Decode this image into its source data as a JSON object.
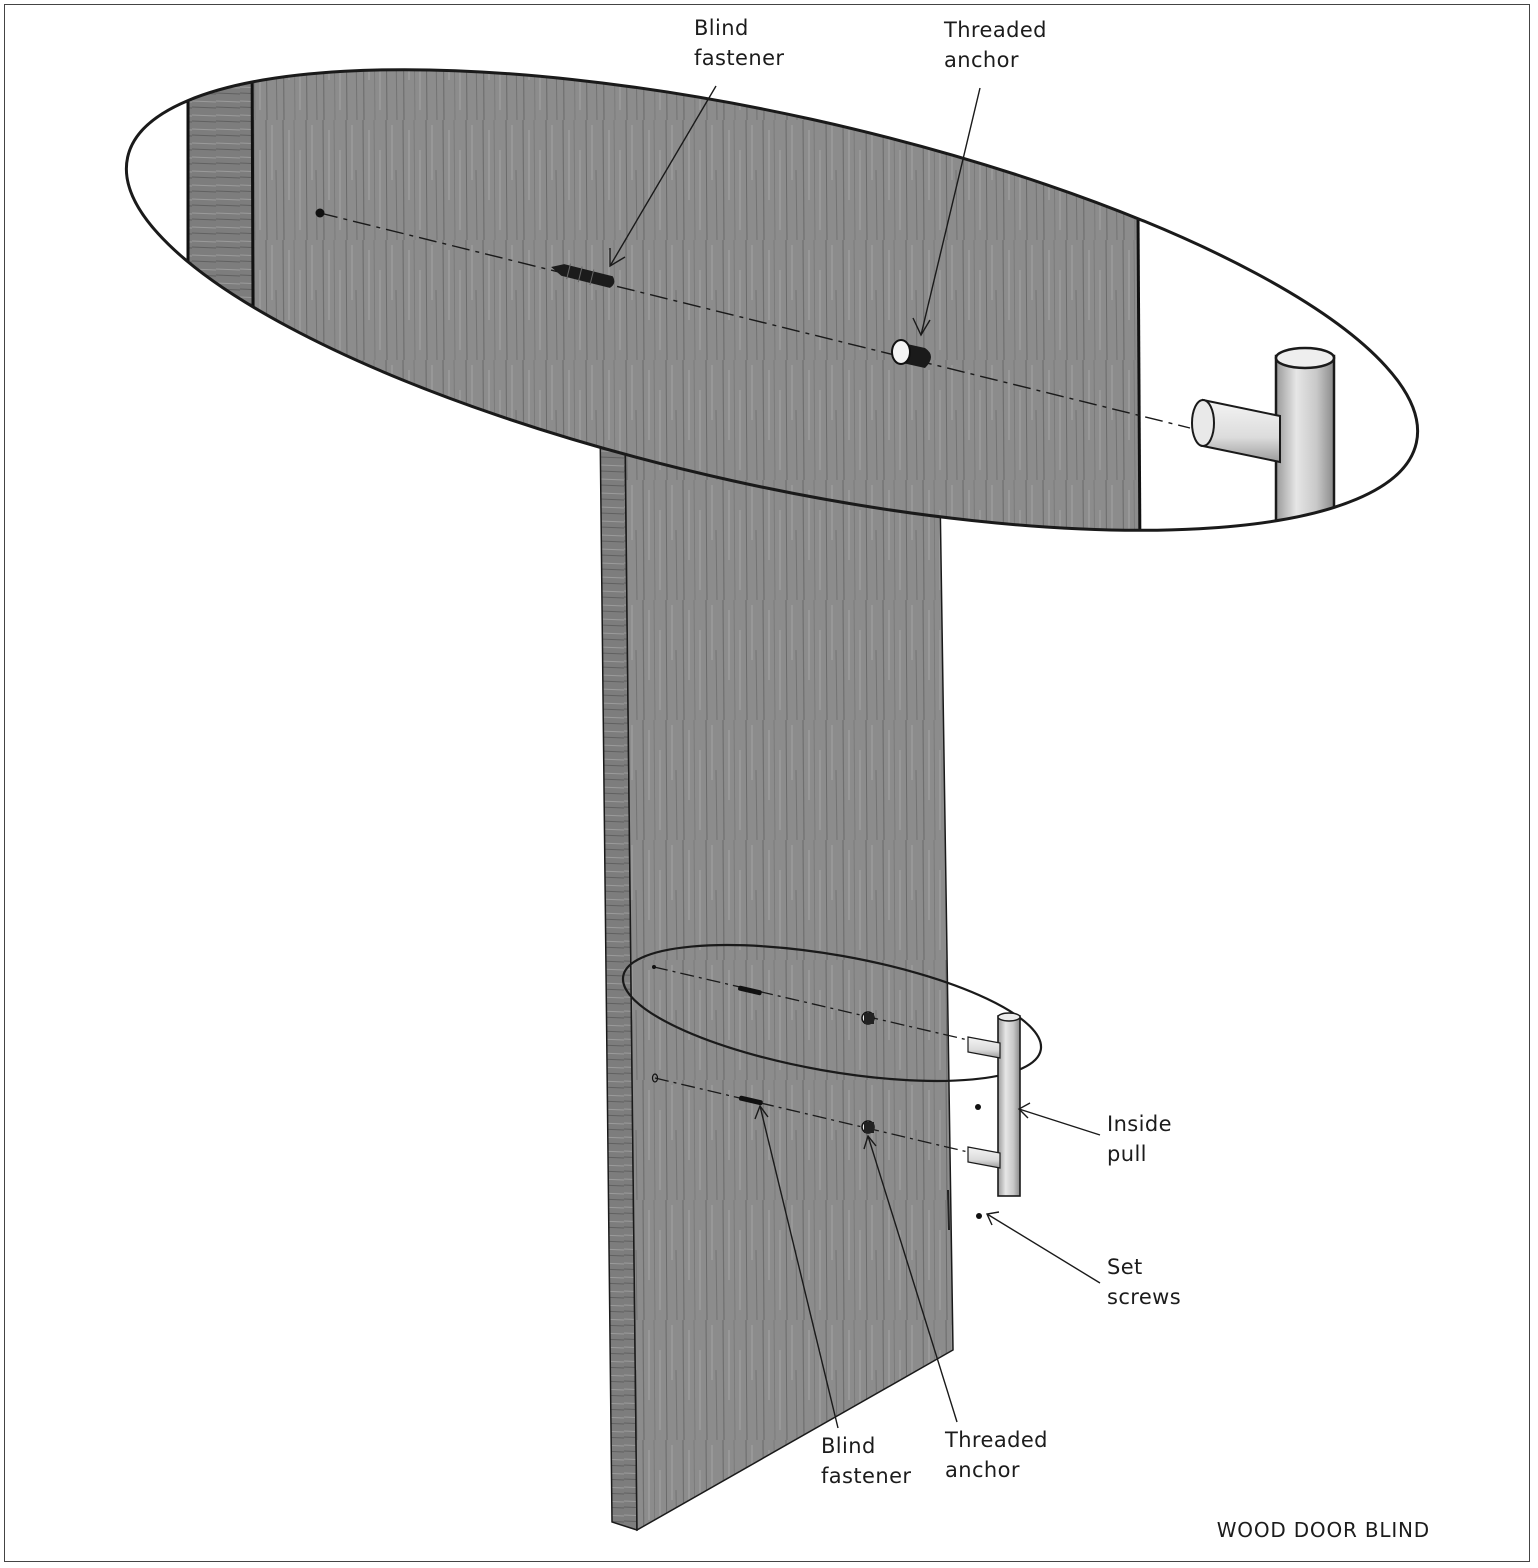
{
  "title": "WOOD DOOR BLIND",
  "callouts": {
    "detail_blind_fastener": [
      "Blind",
      "fastener"
    ],
    "detail_threaded_anchor": [
      "Threaded",
      "anchor"
    ],
    "inside_pull": [
      "Inside",
      "pull"
    ],
    "set_screws": [
      "Set",
      "screws"
    ],
    "lower_blind_fastener": [
      "Blind",
      "fastener"
    ],
    "lower_threaded_anchor": [
      "Threaded",
      "anchor"
    ]
  },
  "colors": {
    "wood_face": "#8e8e8e",
    "wood_edge": "#7a7a7a",
    "line": "#1a1a1a",
    "pull_metal": "#d4d4d4"
  }
}
